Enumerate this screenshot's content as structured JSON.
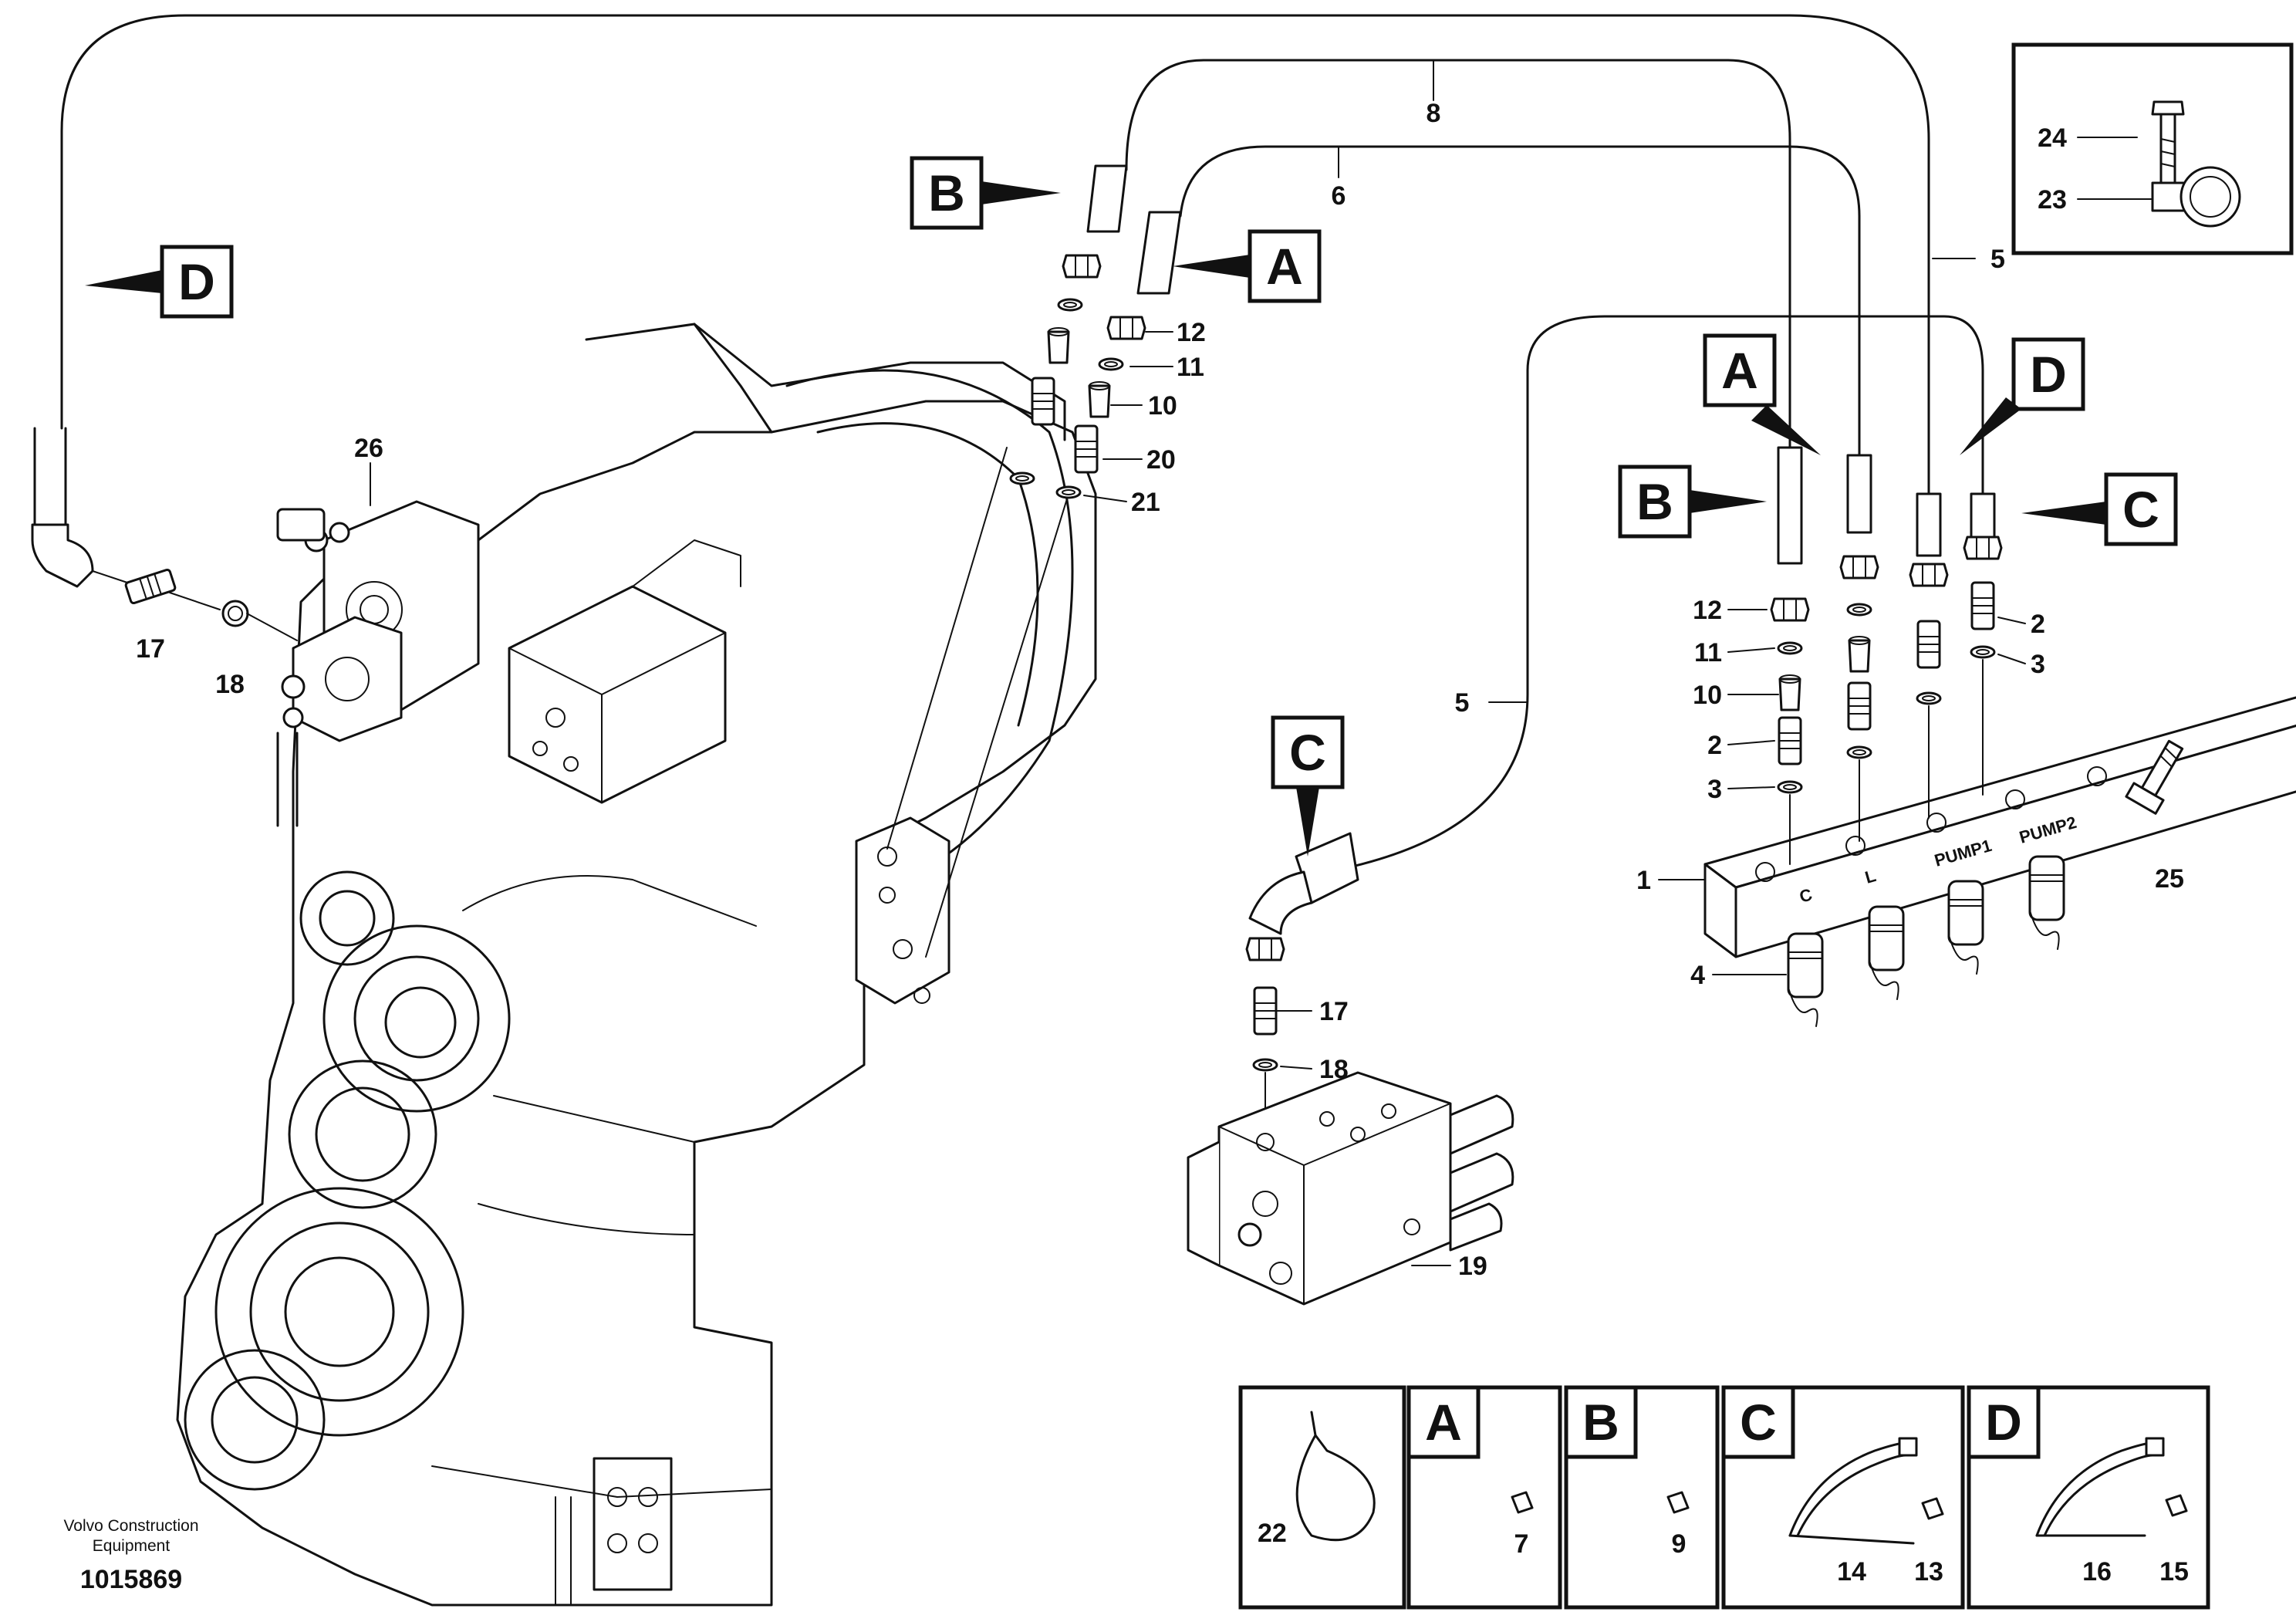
{
  "footer": {
    "publisher_line1": "Volvo Construction",
    "publisher_line2": "Equipment",
    "document_number": "1015869"
  },
  "reference_letters": {
    "A": "A",
    "B": "B",
    "C": "C",
    "D": "D"
  },
  "port_labels": {
    "c": "C",
    "l": "L",
    "pump1": "PUMP1",
    "pump2": "PUMP2"
  },
  "callouts": {
    "n1": "1",
    "n2": "2",
    "n3": "3",
    "n4": "4",
    "n5": "5",
    "n6": "6",
    "n7": "7",
    "n8": "8",
    "n9": "9",
    "n10": "10",
    "n11": "11",
    "n12": "12",
    "n13": "13",
    "n14": "14",
    "n15": "15",
    "n16": "16",
    "n17": "17",
    "n18": "18",
    "n19": "19",
    "n20": "20",
    "n21": "21",
    "n22": "22",
    "n23": "23",
    "n24": "24",
    "n25": "25",
    "n26": "26"
  }
}
